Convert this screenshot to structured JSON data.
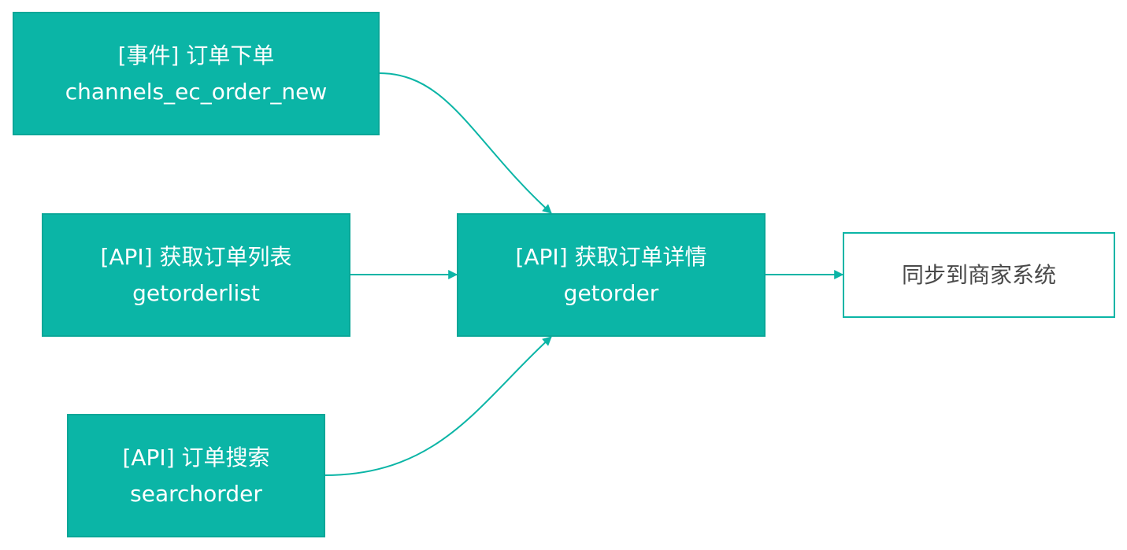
{
  "nodes": {
    "event_order_new": {
      "line1": "[事件] 订单下单",
      "line2": "channels_ec_order_new"
    },
    "api_getorderlist": {
      "line1": "[API] 获取订单列表",
      "line2": "getorderlist"
    },
    "api_searchorder": {
      "line1": "[API] 订单搜索",
      "line2": "searchorder"
    },
    "api_getorder": {
      "line1": "[API] 获取订单详情",
      "line2": "getorder"
    },
    "sync_merchant": {
      "line1": "同步到商家系统"
    }
  },
  "edges": [
    {
      "from": "event_order_new",
      "to": "api_getorder"
    },
    {
      "from": "api_getorderlist",
      "to": "api_getorder"
    },
    {
      "from": "api_searchorder",
      "to": "api_getorder"
    },
    {
      "from": "api_getorder",
      "to": "sync_merchant"
    }
  ],
  "colors": {
    "node_fill": "#0bb5a6",
    "edge": "#0bb5a6",
    "outline_text": "#4a4a4a"
  }
}
